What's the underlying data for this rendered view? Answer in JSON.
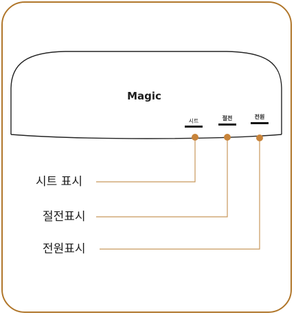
{
  "device": {
    "brand": "Magic",
    "indicators": [
      {
        "label": "시트",
        "bold": false
      },
      {
        "label": "절전",
        "bold": true
      },
      {
        "label": "전원",
        "bold": true
      }
    ]
  },
  "callouts": [
    {
      "text": "시트 표시"
    },
    {
      "text": "절전표시"
    },
    {
      "text": "전원표시"
    }
  ],
  "colors": {
    "frame": "#b0762a",
    "leader": "#c8965a",
    "dot": "#c8843a",
    "outline": "#222222"
  }
}
